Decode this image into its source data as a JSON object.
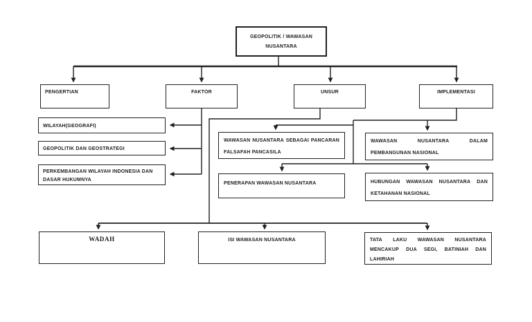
{
  "colors": {
    "ink": "#1f1f1f",
    "background": "#ffffff"
  },
  "nodes": {
    "root": {
      "lines": [
        "GEOPOLITIK / WAWASAN",
        "NUSANTARA"
      ],
      "justify": false
    },
    "pengertian": {
      "label": "PENGERTIAN"
    },
    "faktor": {
      "label": "FAKTOR"
    },
    "unsur": {
      "label": "UNSUR"
    },
    "implementasi": {
      "label": "IMPLEMENTASI"
    },
    "wilayah": {
      "label": "WILAYAH(GEOGRAFI)"
    },
    "geopolitik": {
      "label": "GEOPOLITIK DAN GEOSTRATEGI"
    },
    "perkembangan": {
      "lines": [
        "PERKEMBANGAN WILAYAH INDONESIA DAN",
        "DASAR HUKUMNYA"
      ],
      "justify": false
    },
    "pancaran": {
      "lines": [
        "WAWASAN NUSANTARA SEBAGAI PANCARAN",
        "FALSAFAH PANCASILA"
      ],
      "justify": true
    },
    "penerapan": {
      "label": "PENERAPAN WAWASAN NUSANTARA"
    },
    "pembangunan": {
      "lines": [
        "WAWASAN NUSANTARA DALAM",
        "PEMBANGUNAN NASIONAL"
      ],
      "justify": true
    },
    "hubungan": {
      "lines": [
        "HUBUNGAN WAWASAN NUSANTARA DAN",
        "KETAHANAN NASIONAL"
      ],
      "justify": true
    },
    "wadah": {
      "label": "WADAH"
    },
    "isi": {
      "label": "ISI WAWASAN NUSANTARA"
    },
    "tatalaku": {
      "lines": [
        "TATA LAKU WAWASAN NUSANTARA",
        "MENCAKUP DUA SEGI, BATINIAH DAN",
        "LAHIRIAH"
      ],
      "justify": true
    }
  },
  "edges": [
    {
      "from": "root",
      "to": "pengertian"
    },
    {
      "from": "root",
      "to": "faktor"
    },
    {
      "from": "root",
      "to": "unsur"
    },
    {
      "from": "root",
      "to": "implementasi"
    },
    {
      "from": "faktor",
      "to": "wilayah"
    },
    {
      "from": "faktor",
      "to": "geopolitik"
    },
    {
      "from": "faktor",
      "to": "perkembangan"
    },
    {
      "from": "unsur",
      "to": "pancaran"
    },
    {
      "from": "implementasi",
      "to": "pembangunan"
    },
    {
      "from": "implementasi",
      "to": "penerapan"
    },
    {
      "from": "implementasi",
      "to": "hubungan"
    },
    {
      "from": "unsur",
      "to": "wadah"
    },
    {
      "from": "unsur",
      "to": "isi"
    },
    {
      "from": "unsur",
      "to": "tatalaku"
    }
  ]
}
